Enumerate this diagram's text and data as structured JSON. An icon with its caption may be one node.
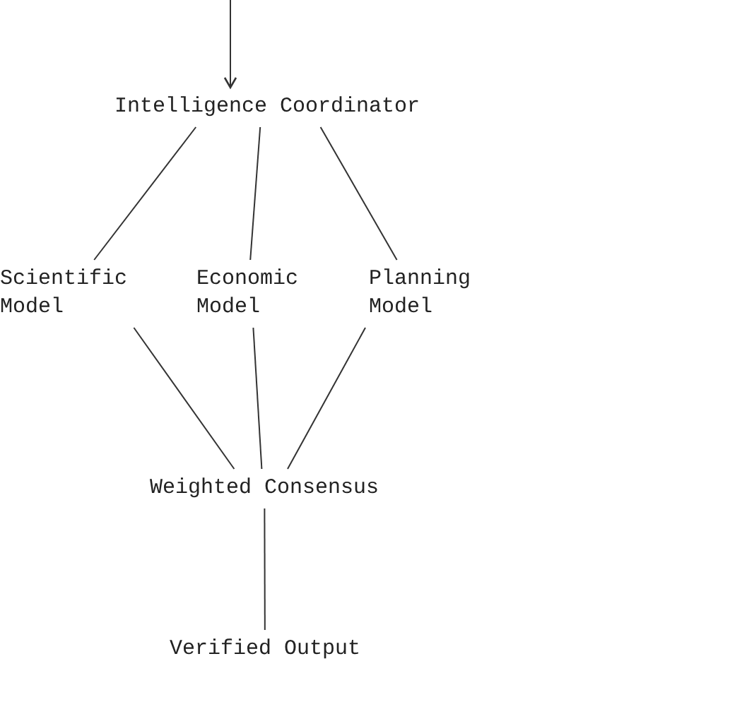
{
  "diagram": {
    "nodes": [
      {
        "text": [
          "Intelligence Coordinator"
        ]
      },
      {
        "text": [
          "Scientific Model"
        ]
      },
      {
        "text": [
          "Economic Model"
        ]
      },
      {
        "text": [
          "Planning Model"
        ]
      },
      {
        "text": [
          "Weighted Consensus"
        ]
      },
      {
        "text": [
          "Verified Output"
        ]
      }
    ],
    "edges": [
      {
        "from": null,
        "to": 0,
        "arrow": "to"
      },
      {
        "from": 0,
        "to": 1,
        "arrow": "none"
      },
      {
        "from": 0,
        "to": 2,
        "arrow": "none"
      },
      {
        "from": 0,
        "to": 3,
        "arrow": "none"
      },
      {
        "from": 1,
        "to": 4,
        "arrow": "none"
      },
      {
        "from": 2,
        "to": 4,
        "arrow": "none"
      },
      {
        "from": 3,
        "to": 4,
        "arrow": "none"
      },
      {
        "from": 4,
        "to": 5,
        "arrow": "none"
      }
    ]
  }
}
